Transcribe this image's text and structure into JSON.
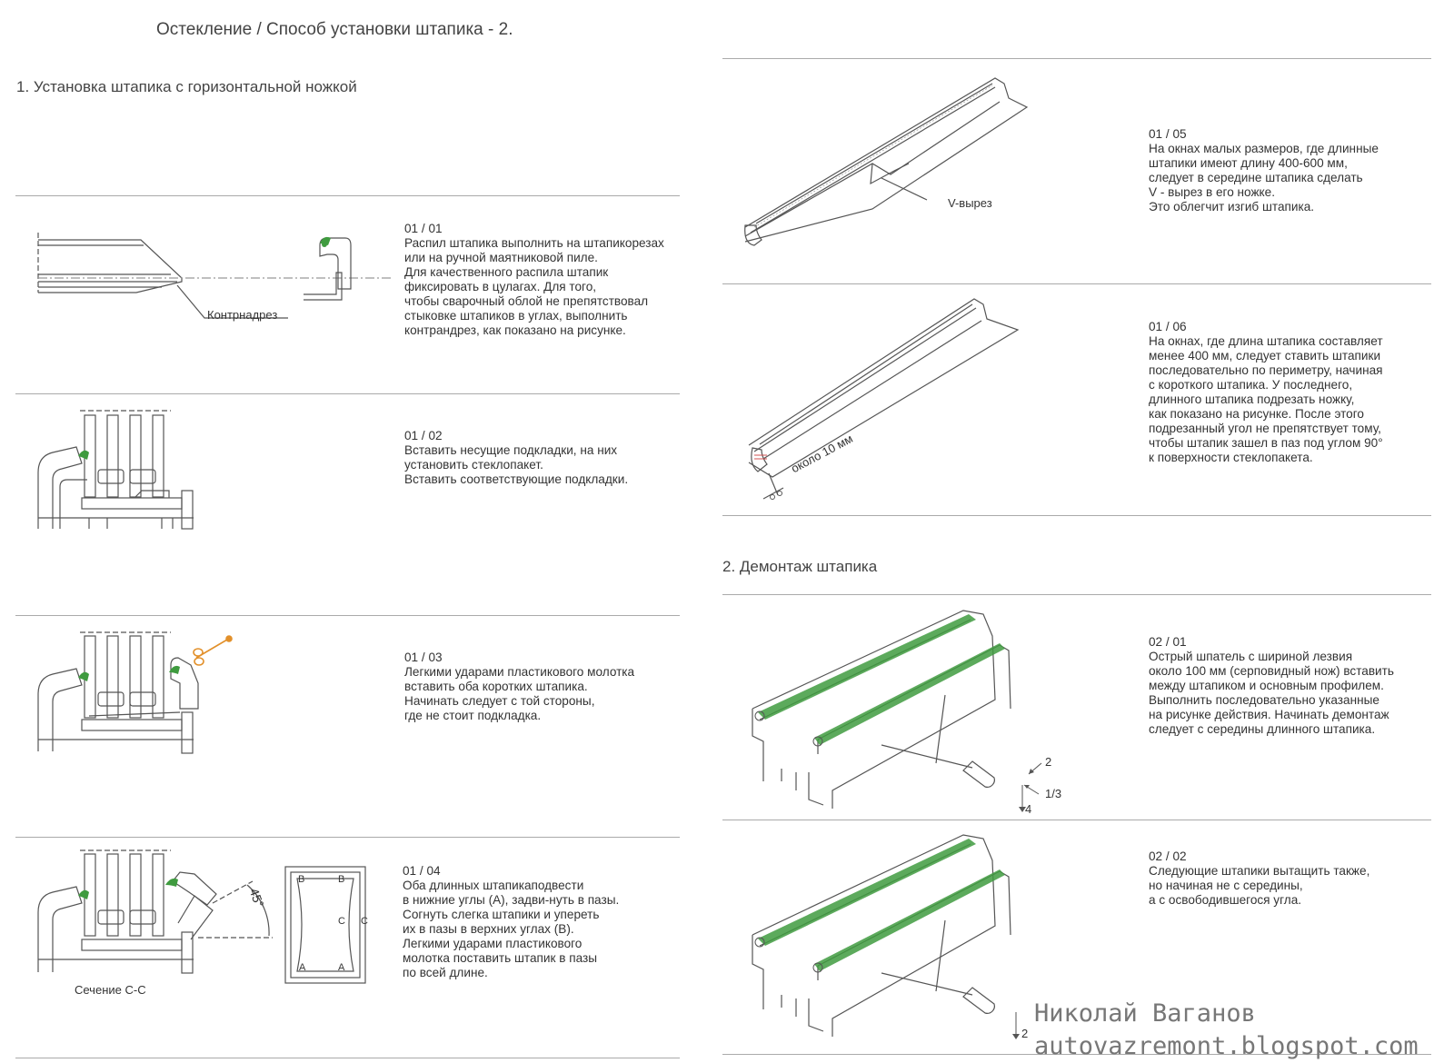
{
  "title": "Остекление / Способ установки штапика  - 2.",
  "sections": [
    {
      "title": "1. Установка штапика с горизонтальной ножкой"
    },
    {
      "title": "2. Демонтаж штапика"
    }
  ],
  "steps": {
    "s0101": {
      "num": "01 / 01",
      "lines": [
        "Распил штапика выполнить на штапикорезах",
        "или на ручной маятниковой пиле.",
        "Для качественного распила штапик",
        "фиксировать в цулагах. Для того,",
        "чтобы сварочный облой не препятствовал",
        "стыковке штапиков в углах, выполнить",
        "контрандрез, как показано на рисунке."
      ]
    },
    "s0102": {
      "num": "01 / 02",
      "lines": [
        "Вставить несущие подкладки, на них",
        "установить стеклопакет.",
        "Вставить соответствующие подкладки."
      ]
    },
    "s0103": {
      "num": "01 / 03",
      "lines": [
        "Легкими ударами пластикового молотка",
        "вставить оба коротких штапика.",
        "Начинать следует с той стороны,",
        "где не стоит подкладка."
      ]
    },
    "s0104": {
      "num": "01 / 04",
      "lines": [
        "Оба длинных штапикаподвести",
        "в нижние углы (А), задви-нуть в пазы.",
        "Согнуть слегка штапики и упереть",
        "их в пазы  в верхних углах (В).",
        "Легкими ударами пластикового",
        "молотка поставить штапик в пазы",
        "по всей длине."
      ]
    },
    "s0105": {
      "num": "01 / 05",
      "lines": [
        "На окнах малых размеров, где длинные",
        "штапики имеют длину 400-600 мм,",
        "следует в середине штапика сделать",
        "V - вырез в его ножке.",
        "Это облегчит изгиб штапика."
      ]
    },
    "s0106": {
      "num": "01 / 06",
      "lines": [
        "На окнах, где длина штапика составляет",
        "менее 400 мм, следует ставить штапики",
        "последовательно по периметру, начиная",
        "с короткого штапика. У последнего,",
        "длинного штапика подрезать ножку,",
        "как показано на рисунке. После этого",
        "подрезанный угол не препятствует тому,",
        "чтобы штапик зашел в паз под углом 90°",
        "к поверхности стеклопакета."
      ]
    },
    "s0201": {
      "num": "02 / 01",
      "lines": [
        "Острый шпатель с шириной лезвия",
        "около 100 мм (серповидный нож) вставить",
        "между штапиком и основным профилем.",
        "Выполнить последовательно указанные",
        "на рисунке действия. Начинать демонтаж",
        "следует с середины длинного штапика."
      ]
    },
    "s0202": {
      "num": "02 / 02",
      "lines": [
        "Следующие штапики вытащить также,",
        "но начиная не с середины,",
        "а с освободившегося угла."
      ]
    }
  },
  "labels": {
    "kontrnadrez": "Контрнадрез",
    "v_cut": "V-вырез",
    "about_10mm": "около 10 мм",
    "section_cc": "Сечение  С-С",
    "angle": "45°",
    "frame_b": "В",
    "frame_c": "С",
    "frame_a": "А",
    "n2": "2",
    "n13": "1/3",
    "n4": "4"
  },
  "watermark": {
    "author": "Николай Ваганов",
    "site": "autovazremont.blogspot.com"
  },
  "colors": {
    "accent_green": "#3f9b3f",
    "accent_orange": "#e2902a",
    "line": "#555555"
  }
}
